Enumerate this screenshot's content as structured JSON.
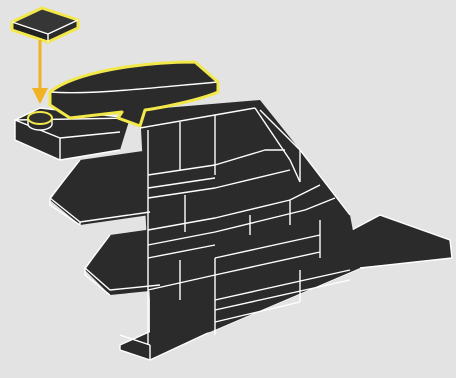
{
  "illustration": {
    "subject": "assembly-step",
    "colors": {
      "background": "#e3e3e3",
      "brick": "#2b2b2b",
      "edge": "#ffffff",
      "highlight": "#f2e84a",
      "arrow": "#f0b323"
    },
    "callouts": [
      "new-tile-part",
      "curved-slope-part"
    ],
    "arrow_icon": "down-arrow-icon"
  }
}
